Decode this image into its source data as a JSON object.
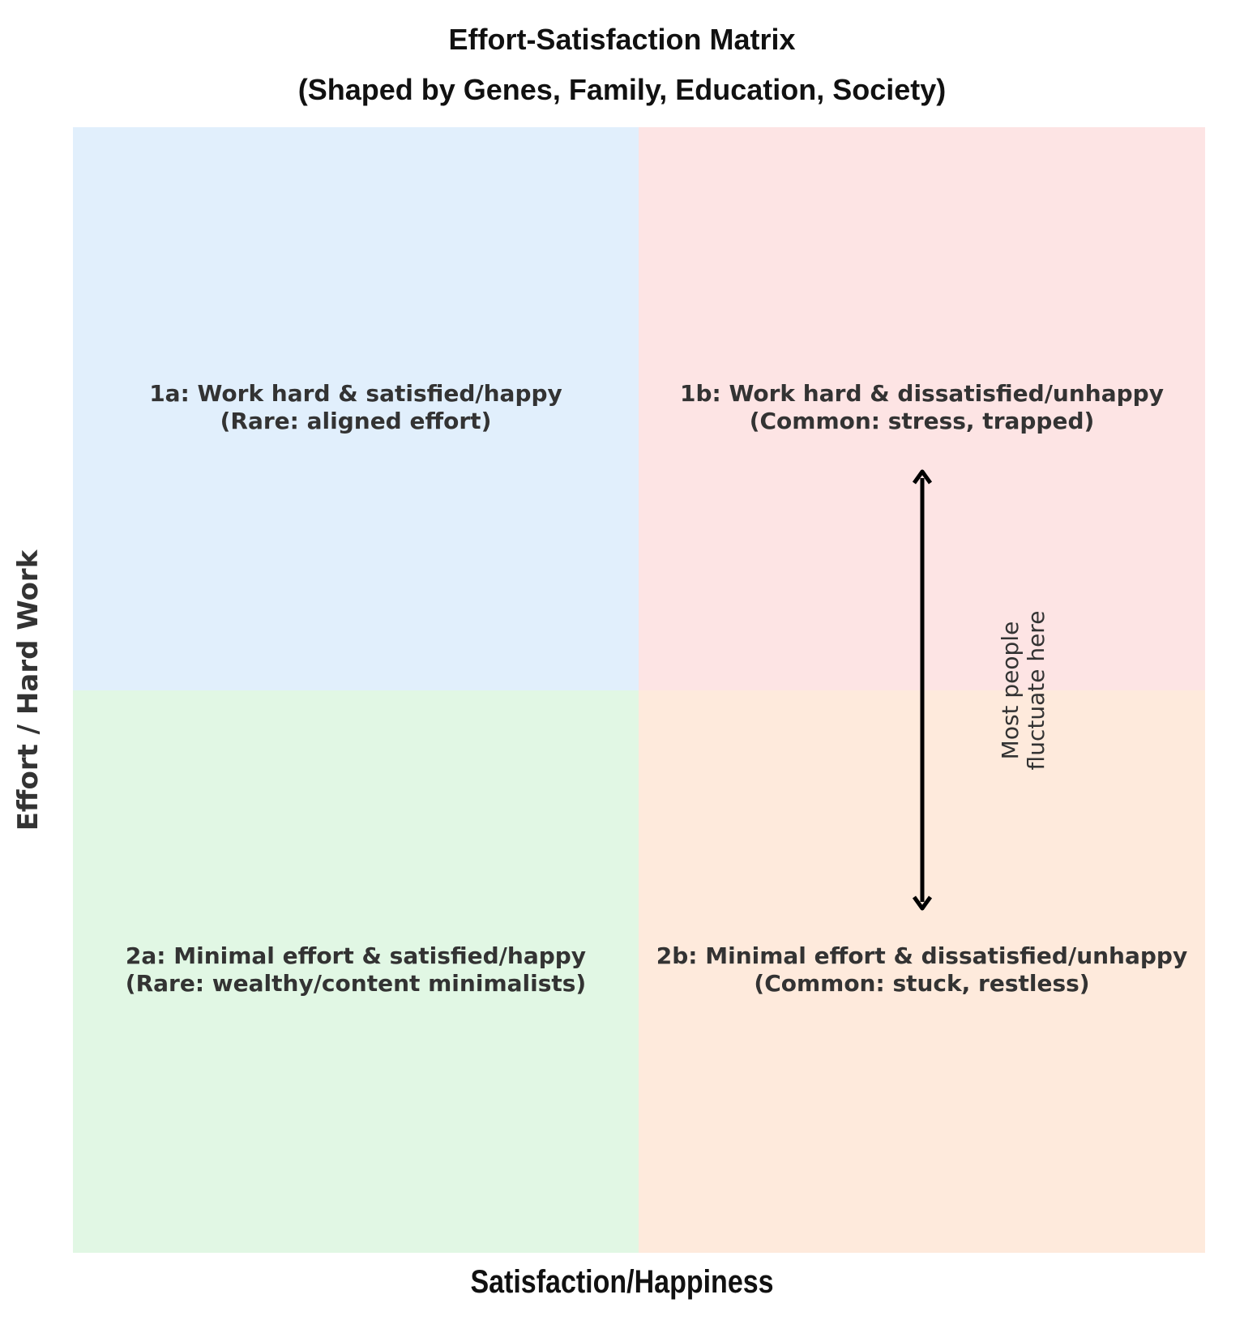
{
  "title": "Effort-Satisfaction Matrix",
  "subtitle": "(Shaped by Genes, Family, Education, Society)",
  "axes": {
    "x_label": "Satisfaction/Happiness",
    "y_label": "Effort / Hard Work"
  },
  "quadrants": [
    {
      "id": "1a",
      "line1": "1a: Work hard & satisfied/happy",
      "line2": "(Rare: aligned effort)",
      "color": "#e1effc"
    },
    {
      "id": "1b",
      "line1": "1b: Work hard & dissatisfied/unhappy",
      "line2": "(Common: stress, trapped)",
      "color": "#fde4e4"
    },
    {
      "id": "2a",
      "line1": "2a: Minimal effort & satisfied/happy",
      "line2": "(Rare: wealthy/content minimalists)",
      "color": "#e1f7e4"
    },
    {
      "id": "2b",
      "line1": "2b: Minimal effort & dissatisfied/unhappy",
      "line2": "(Common: stuck, restless)",
      "color": "#feeadc"
    }
  ],
  "annotation": {
    "line1": "Most people",
    "line2": "fluctuate here"
  }
}
